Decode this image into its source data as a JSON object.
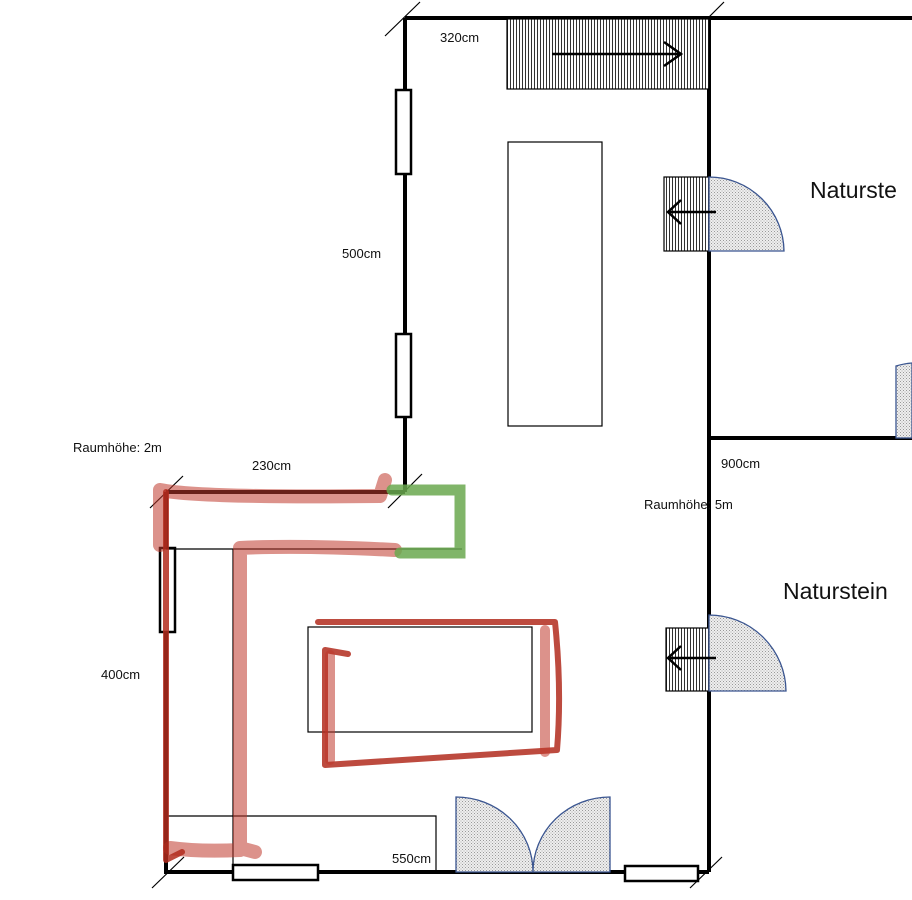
{
  "labels": {
    "top_width": "320cm",
    "left_upper_length": "500cm",
    "left_room_height": "Raumhöhe: 2m",
    "left_room_width": "230cm",
    "left_room_length": "400cm",
    "bottom_width": "550cm",
    "right_length": "900cm",
    "main_room_height": "Raumhöhe: 5m",
    "room_upper_right": "Naturste",
    "room_lower_right": "Naturstein"
  },
  "colors": {
    "highlight_red": "#c0392b",
    "highlight_green": "#6aa84f",
    "door_outline": "#3a5590"
  }
}
